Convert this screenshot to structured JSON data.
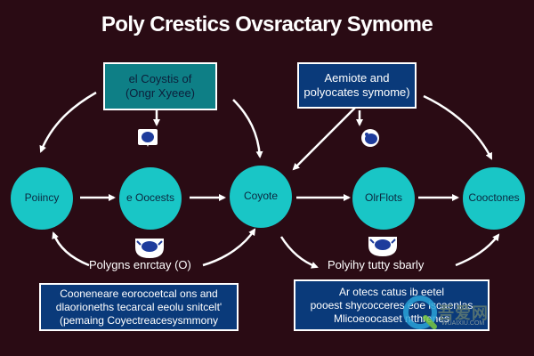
{
  "title": "Poly Crestics Ovsractary Symome",
  "top_boxes": {
    "left": {
      "line1": "el Coystis of",
      "line2": "(Ongr Xyeee)"
    },
    "right": {
      "line1": "Aemiote and",
      "line2": "polyocates symome)"
    }
  },
  "nodes": [
    {
      "label": "Poiincy"
    },
    {
      "label": "e Oocests"
    },
    {
      "label": "Coyote"
    },
    {
      "label": "OlrFlots"
    },
    {
      "label": "Cooctones"
    }
  ],
  "notes": {
    "left": "Polygns enrctay (O)",
    "right": "Polyihy tutty sbarly"
  },
  "bottom_boxes": {
    "left": {
      "line1": "Cooneneare eorocoetcal ons and",
      "line2": "dlaorioneths tecarcal eeolu snitcelt'",
      "line3": "(pemaing Coyectreacesysmmony"
    },
    "right": {
      "line1": "Ar otecs catus ib eetel",
      "line2": "pooest shycocceres eoe iscaenlas",
      "line3": "Mlicoeoocaset ntthrenes"
    }
  },
  "watermark": {
    "text": "吾爱网",
    "sub": "WUAIXIU.COM"
  },
  "colors": {
    "background": "#2a0b14",
    "node_fill": "#19c6c6",
    "teal_box": "#0e7f86",
    "navy_box": "#0a3a7a",
    "icon_blue": "#1e3c9c"
  },
  "icons": [
    "bird-icon",
    "bird-icon",
    "bird-icon",
    "bird-icon",
    "bird-icon"
  ]
}
